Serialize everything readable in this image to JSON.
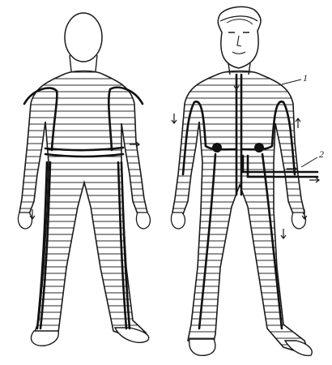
{
  "figure": {
    "figures": [
      {
        "view": "back"
      },
      {
        "view": "front"
      }
    ],
    "labels": [
      {
        "id": "1",
        "text": "1"
      },
      {
        "id": "2",
        "text": "2"
      }
    ],
    "colors": {
      "ink": "#1a1a1a",
      "tube": "#111111",
      "paper": "#ffffff"
    }
  }
}
